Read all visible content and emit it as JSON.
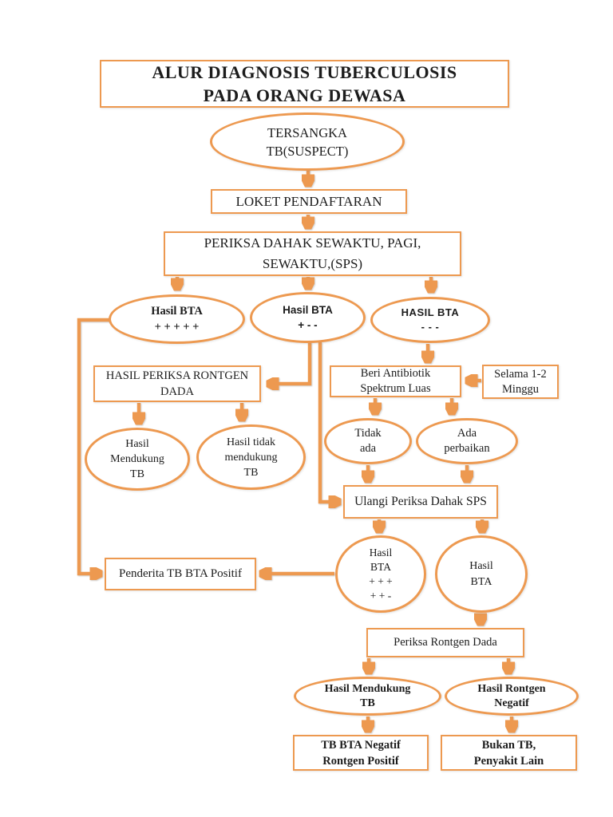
{
  "accent_color": "#ED9950",
  "text_color": "#1c1c1c",
  "nodes": {
    "title": [
      "ALUR DIAGNOSIS TUBERCULOSIS",
      "PADA ORANG DEWASA"
    ],
    "suspect": [
      "TERSANGKA",
      "TB(SUSPECT)"
    ],
    "loket": [
      "LOKET PENDAFTARAN"
    ],
    "sps": [
      "PERIKSA DAHAK SEWAKTU, PAGI,",
      "SEWAKTU,(SPS)"
    ],
    "bta_5plus": [
      "Hasil BTA",
      "+ + + + +"
    ],
    "bta_1plus": [
      "Hasil BTA",
      "+ - -"
    ],
    "bta_neg": [
      "HASIL BTA",
      "- - -"
    ],
    "rontgen_dada": [
      "HASIL PERIKSA RONTGEN",
      "DADA"
    ],
    "mendukung_tb": [
      "Hasil",
      "Mendukung",
      "TB"
    ],
    "tidak_mendukung": [
      "Hasil tidak",
      "mendukung",
      "TB"
    ],
    "antibiotik": [
      "Beri Antibiotik",
      "Spektrum Luas"
    ],
    "selama": [
      "Selama 1-2",
      "Minggu"
    ],
    "tidak_ada": [
      "Tidak",
      "ada"
    ],
    "ada_perbaikan": [
      "Ada",
      "perbaikan"
    ],
    "ulangi": [
      "Ulangi Periksa Dahak SPS"
    ],
    "bta_pos_circle": [
      "Hasil",
      "BTA",
      "+ + +",
      "+ + -"
    ],
    "bta_circle": [
      "Hasil",
      "BTA"
    ],
    "penderita": [
      "Penderita TB BTA Positif"
    ],
    "periksa_rontgen": [
      "Periksa Rontgen Dada"
    ],
    "hasil_mendukung2": [
      "Hasil Mendukung",
      "TB"
    ],
    "rontgen_negatif": [
      "Hasil Rontgen",
      "Negatif"
    ],
    "tb_bta_negatif": [
      "TB BTA Negatif",
      "Rontgen Positif"
    ],
    "bukan_tb": [
      "Bukan TB,",
      "Penyakit Lain"
    ]
  }
}
